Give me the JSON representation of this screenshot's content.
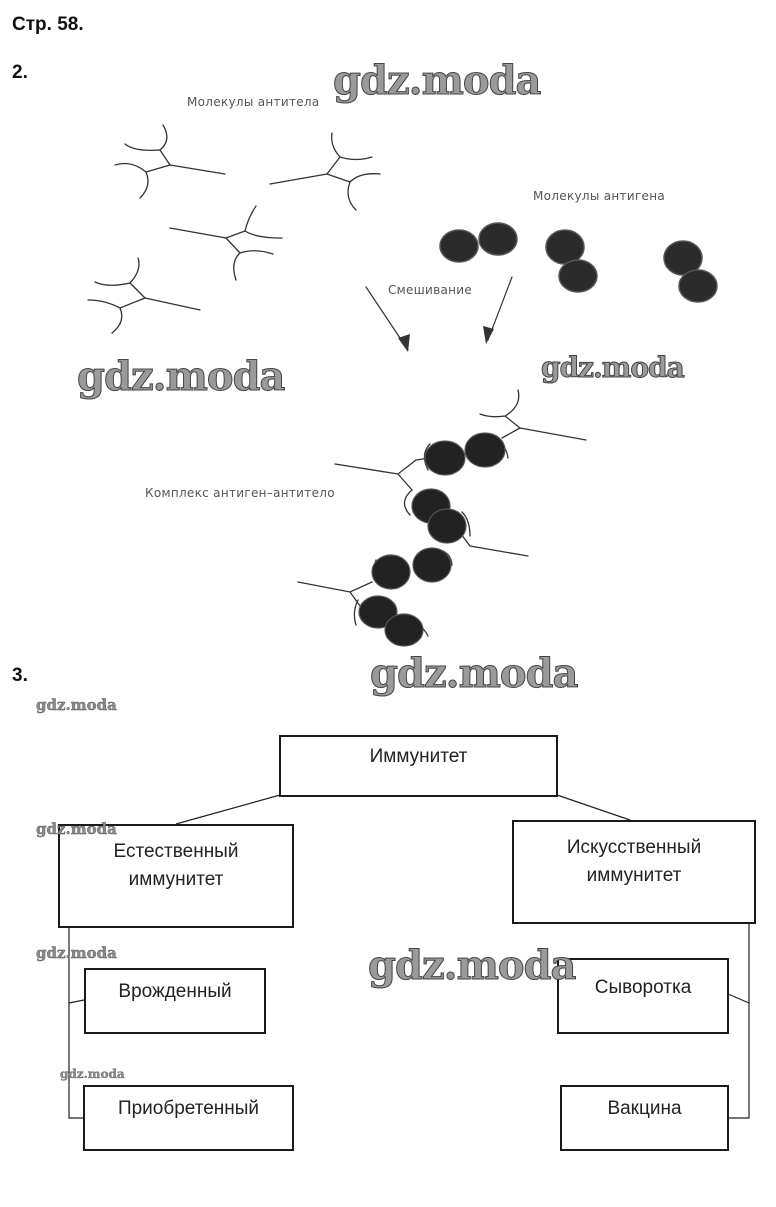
{
  "page": {
    "reference": "Стр. 58."
  },
  "task2": {
    "number": "2.",
    "labels": {
      "antibodies": "Молекулы антитела",
      "antigens": "Молекулы антигена",
      "mixing": "Смешивание",
      "complex": "Комплекс антиген–антитело"
    }
  },
  "task3": {
    "number": "3.",
    "tree": {
      "root": "Иммунитет",
      "left": {
        "title_line1": "Естественный",
        "title_line2": "иммунитет",
        "children": [
          "Врожденный",
          "Приобретенный"
        ]
      },
      "right": {
        "title_line1": "Искусственный",
        "title_line2": "иммунитет",
        "children": [
          "Сыворотка",
          "Вакцина"
        ]
      }
    }
  },
  "watermark": {
    "text": "gdz.moda"
  }
}
